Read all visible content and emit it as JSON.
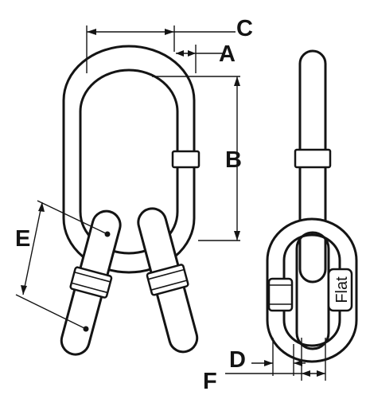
{
  "dimension_labels": {
    "a": "A",
    "b": "B",
    "c": "C",
    "d": "D",
    "e": "E",
    "f": "F"
  },
  "side_view": {
    "flat_marking": "Flat"
  },
  "colors": {
    "ink": "#141414",
    "background": "#ffffff"
  }
}
